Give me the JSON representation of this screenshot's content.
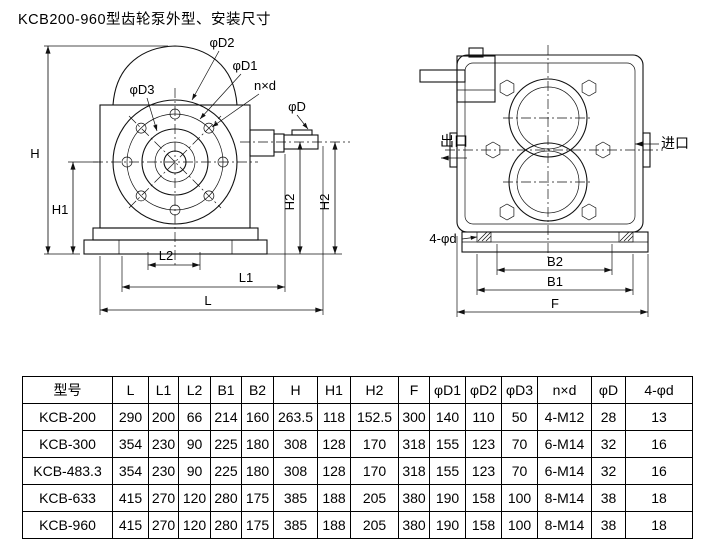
{
  "title": "KCB200-960型齿轮泵外型、安装尺寸",
  "front_view": {
    "phiD2": "φD2",
    "phiD1": "φD1",
    "phiD3": "φD3",
    "nxd": "n×d",
    "phiD": "φD",
    "H": "H",
    "H1": "H1",
    "H2_left": "H2",
    "H2_right": "H2",
    "L2": "L2",
    "L1": "L1",
    "L": "L"
  },
  "side_view": {
    "outlet": "出口",
    "inlet": "进口",
    "bolt_holes": "4-φd",
    "B2": "B2",
    "B1": "B1",
    "F": "F"
  },
  "table": {
    "headers": [
      "型号",
      "L",
      "L1",
      "L2",
      "B1",
      "B2",
      "H",
      "H1",
      "H2",
      "F",
      "φD1",
      "φD2",
      "φD3",
      "n×d",
      "φD",
      "4-φd"
    ],
    "rows": [
      [
        "KCB-200",
        "290",
        "200",
        "66",
        "214",
        "160",
        "263.5",
        "118",
        "152.5",
        "300",
        "140",
        "110",
        "50",
        "4-M12",
        "28",
        "13"
      ],
      [
        "KCB-300",
        "354",
        "230",
        "90",
        "225",
        "180",
        "308",
        "128",
        "170",
        "318",
        "155",
        "123",
        "70",
        "6-M14",
        "32",
        "16"
      ],
      [
        "KCB-483.3",
        "354",
        "230",
        "90",
        "225",
        "180",
        "308",
        "128",
        "170",
        "318",
        "155",
        "123",
        "70",
        "6-M14",
        "32",
        "16"
      ],
      [
        "KCB-633",
        "415",
        "270",
        "120",
        "280",
        "175",
        "385",
        "188",
        "205",
        "380",
        "190",
        "158",
        "100",
        "8-M14",
        "38",
        "18"
      ],
      [
        "KCB-960",
        "415",
        "270",
        "120",
        "280",
        "175",
        "385",
        "188",
        "205",
        "380",
        "190",
        "158",
        "100",
        "8-M14",
        "38",
        "18"
      ]
    ]
  }
}
